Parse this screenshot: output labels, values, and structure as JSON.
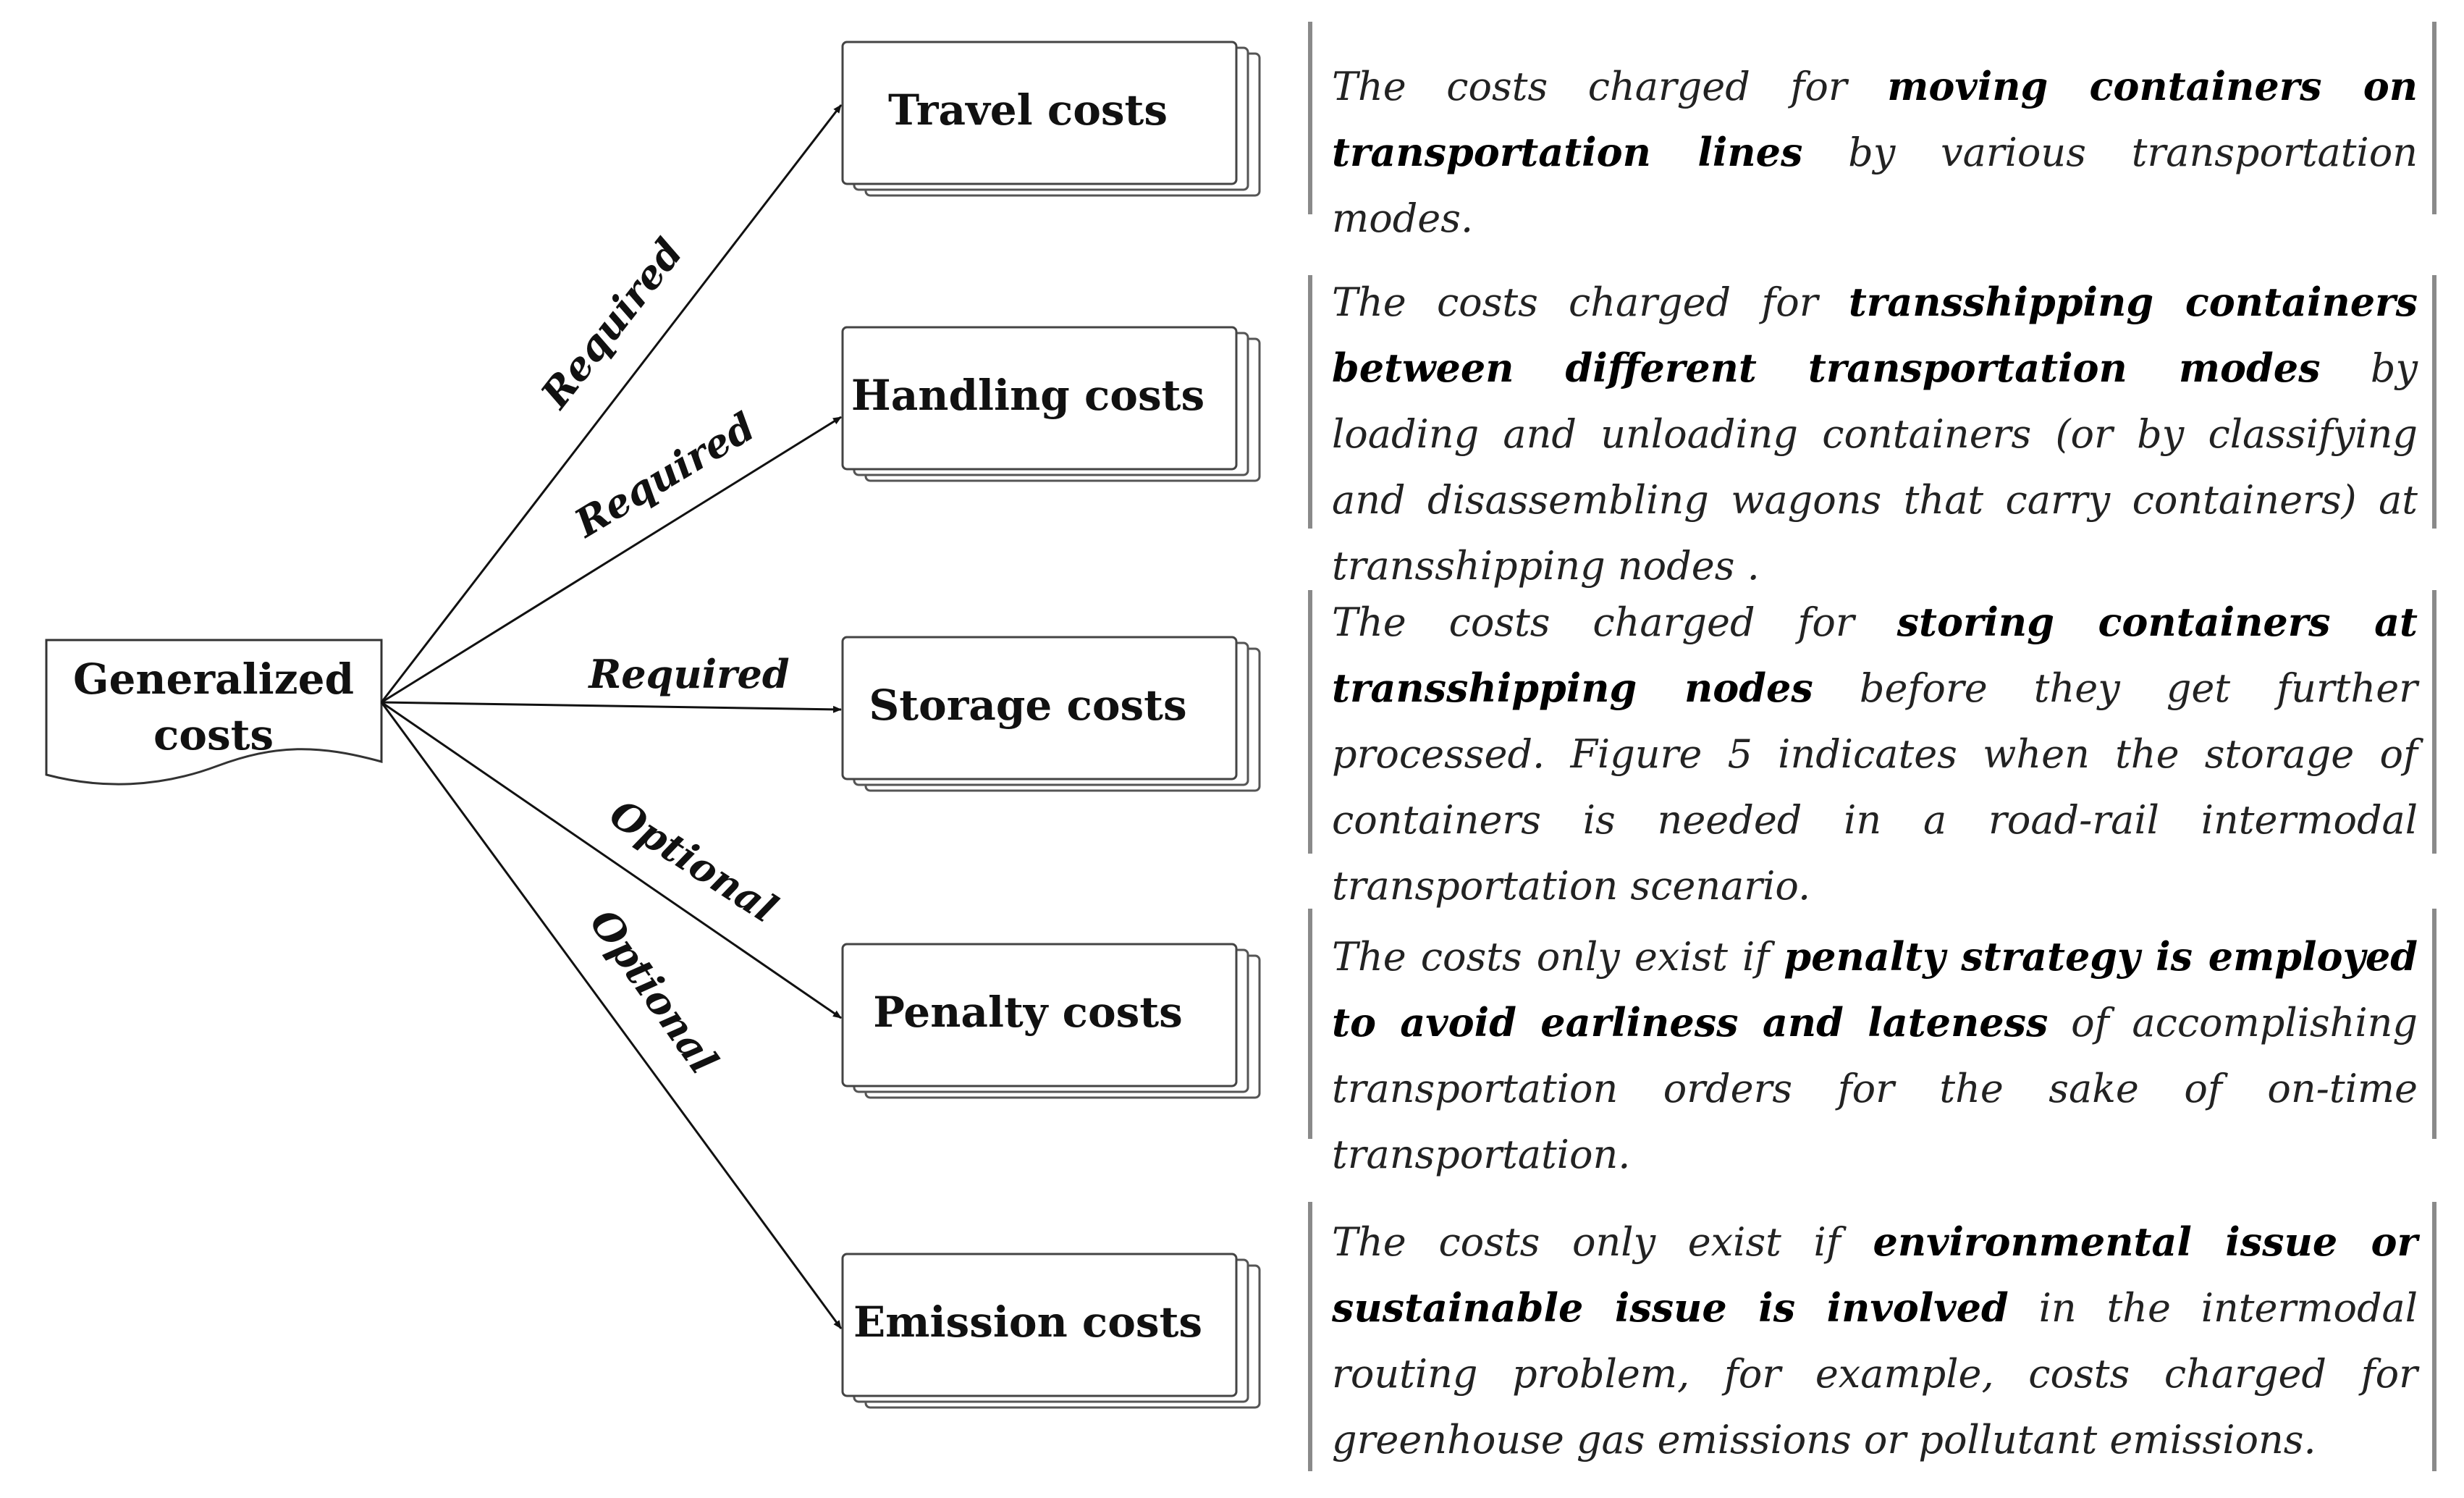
{
  "root": {
    "label_line1": "Generalized",
    "label_line2": "costs"
  },
  "branches": [
    {
      "edge_label": "Required",
      "box_label": "Travel costs",
      "description": [
        {
          "text": "The costs charged for ",
          "bold": false
        },
        {
          "text": "moving containers on transportation lines",
          "bold": true
        },
        {
          "text": " by various transportation modes.",
          "bold": false
        }
      ]
    },
    {
      "edge_label": "Required",
      "box_label": "Handling costs",
      "description": [
        {
          "text": "The costs charged for ",
          "bold": false
        },
        {
          "text": "transshipping containers between different transportation modes",
          "bold": true
        },
        {
          "text": " by loading and unloading containers (or by classifying and disassembling wagons that carry containers) at transshipping nodes .",
          "bold": false
        }
      ]
    },
    {
      "edge_label": "Required",
      "box_label": "Storage costs",
      "description": [
        {
          "text": "The costs charged for ",
          "bold": false
        },
        {
          "text": "storing containers at transshipping nodes",
          "bold": true
        },
        {
          "text": " before they get further processed. Figure 5 indicates when the storage of containers is needed in a road-rail intermodal transportation scenario.",
          "bold": false
        }
      ]
    },
    {
      "edge_label": "Optional",
      "box_label": "Penalty costs",
      "description": [
        {
          "text": "The costs only exist if ",
          "bold": false
        },
        {
          "text": "penalty strategy is employed to avoid earliness and lateness",
          "bold": true
        },
        {
          "text": " of accomplishing transportation orders for the sake of on-time transportation.",
          "bold": false
        }
      ]
    },
    {
      "edge_label": "Optional",
      "box_label": "Emission costs",
      "description": [
        {
          "text": "The costs only exist if ",
          "bold": false
        },
        {
          "text": "environmental issue or sustainable issue is involved",
          "bold": true
        },
        {
          "text": " in the intermodal routing problem, for example, costs charged for greenhouse gas emissions or pollutant emissions.",
          "bold": false
        }
      ]
    }
  ]
}
